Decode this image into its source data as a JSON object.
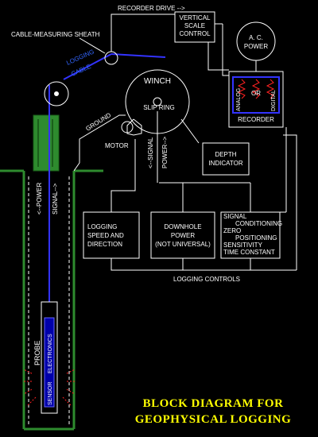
{
  "labels": {
    "recorder_drive": "RECORDER DRIVE -->",
    "cable_sheath": "CABLE-MEASURING SHEATH",
    "logging": "LOGGING",
    "cable": "CABLE",
    "vertical": "VERTICAL",
    "scale": "SCALE",
    "control": "CONTROL",
    "ac1": "A. C.",
    "ac2": "POWER",
    "winch": "WINCH",
    "slip_ring": "SLIP RING",
    "analog": "ANALOG",
    "or": "OR",
    "digital": "DIGITAL",
    "recorder": "RECORDER",
    "ground": "GROUND",
    "motor": "MOTOR",
    "signal_arrow": "<--SIGNAL",
    "power_arrow": "POWER-->",
    "depth1": "DEPTH",
    "depth2": "INDICATOR",
    "power_well": "<--POWER",
    "signal_well": "SIGNAL-->",
    "ls1": "LOGGING",
    "ls2": "SPEED AND",
    "ls3": "DIRECTION",
    "dp1": "DOWNHOLE",
    "dp2": "POWER",
    "dp3": "(NOT UNIVERSAL)",
    "sc1": "SIGNAL",
    "sc2": "CONDITIONING",
    "sc3": "ZERO",
    "sc4": "POSITIONING",
    "sc5": "SENSITIVITY",
    "sc6": "TIME CONSTANT",
    "logging_controls": "LOGGING CONTROLS",
    "probe": "PROBE",
    "electronics": "ELECTRONICS",
    "sensor": "SENSOR",
    "title1": "BLOCK DIAGRAM FOR",
    "title2": "GEOPHYSICAL LOGGING"
  },
  "colors": {
    "background": "#000000",
    "lines": "#ffffff",
    "yellow_lines": "#ffff66",
    "cable": "#3333ff",
    "ground": "#2e8b2e",
    "red": "#ff2222",
    "title": "#ffff00"
  }
}
